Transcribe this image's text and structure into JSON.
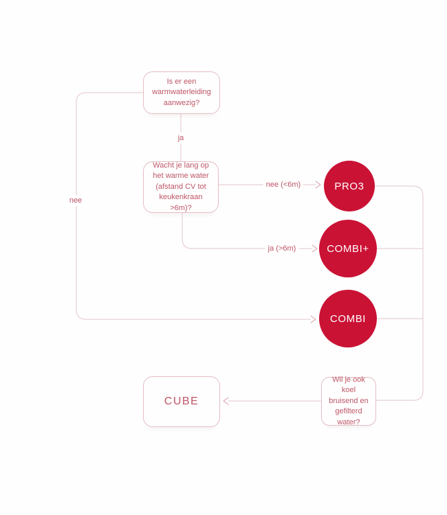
{
  "diagram": {
    "colors": {
      "background": "#FEFEFE",
      "circle_fill": "#CA1235",
      "circle_text": "#FFFFFF",
      "box_border": "#E5BCC2",
      "box_text": "#BE5566",
      "line": "#E3C7CB",
      "arrow": "#D49BA4"
    },
    "nodes": {
      "question_hot_water_line": {
        "text": "Is er een warmwaterleiding aanwezig?"
      },
      "question_wait_time": {
        "text": "Wacht je lang op het warme water (afstand CV tot keukenkraan >6m)?"
      },
      "question_filtered_water": {
        "text": "Wil je ook koel bruisend en gefilterd water?"
      },
      "pro3": {
        "label": "PRO3"
      },
      "combi_plus": {
        "label": "COMBI+"
      },
      "combi": {
        "label": "COMBI"
      },
      "cube": {
        "label": "CUBE"
      }
    },
    "edge_labels": {
      "ja": "ja",
      "nee": "nee",
      "nee_under_6m": "nee (<6m)",
      "ja_over_6m": "ja (>6m)"
    }
  }
}
